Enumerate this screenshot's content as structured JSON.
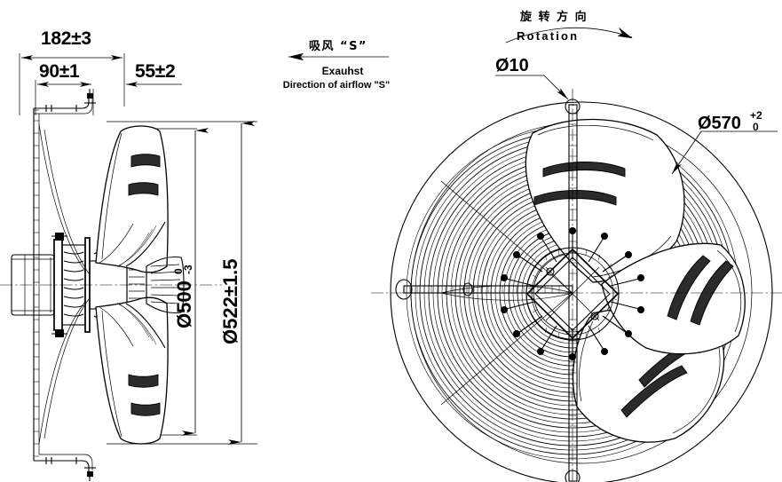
{
  "drawing": {
    "title": "Axial Fan Assembly Drawing",
    "background_color": "#ffffff",
    "line_color": "#000000",
    "views": {
      "left": {
        "name": "side-elevation-view",
        "description": "Side elevation of axial fan with motor, impeller and wire guard"
      },
      "right": {
        "name": "front-elevation-view",
        "description": "Front view of axial fan showing three blades, wire guard rings and square hub"
      }
    }
  },
  "dimensions": {
    "overall_depth": {
      "label": "182±3",
      "value": "182",
      "tolerance": "±3",
      "orientation": "horizontal"
    },
    "motor_depth": {
      "label": "90±1",
      "value": "90",
      "tolerance": "±1",
      "orientation": "horizontal"
    },
    "impeller_depth": {
      "label": "55±2",
      "value": "55",
      "tolerance": "±2",
      "orientation": "horizontal"
    },
    "impeller_diameter": {
      "prefix": "Ø500",
      "tol_upper": "0",
      "tol_lower": "-3",
      "label": "Ø500 0/-3",
      "orientation": "vertical"
    },
    "guard_diameter": {
      "label": "Ø522±1.5",
      "value": "Ø522",
      "tolerance": "±1.5",
      "orientation": "vertical"
    },
    "outer_ring_diameter": {
      "prefix": "Ø570",
      "tol_upper": "+2",
      "tol_lower": "0",
      "label": "Ø570 +2/0"
    },
    "mounting_hole": {
      "label": "Ø10",
      "value": "10"
    }
  },
  "annotations": {
    "airflow": {
      "chinese": "吸风 “S”",
      "english_line1": "Exauhst",
      "english_line2": "Direction of airflow \"S\"",
      "arrow_direction": "left"
    },
    "rotation": {
      "chinese": "旋 转 方 向",
      "english": "Rotation",
      "arrow_direction": "clockwise"
    }
  },
  "geometry": {
    "blade_count": 3,
    "guard_ring_count": 18,
    "hub_shape": "square-diamond"
  }
}
